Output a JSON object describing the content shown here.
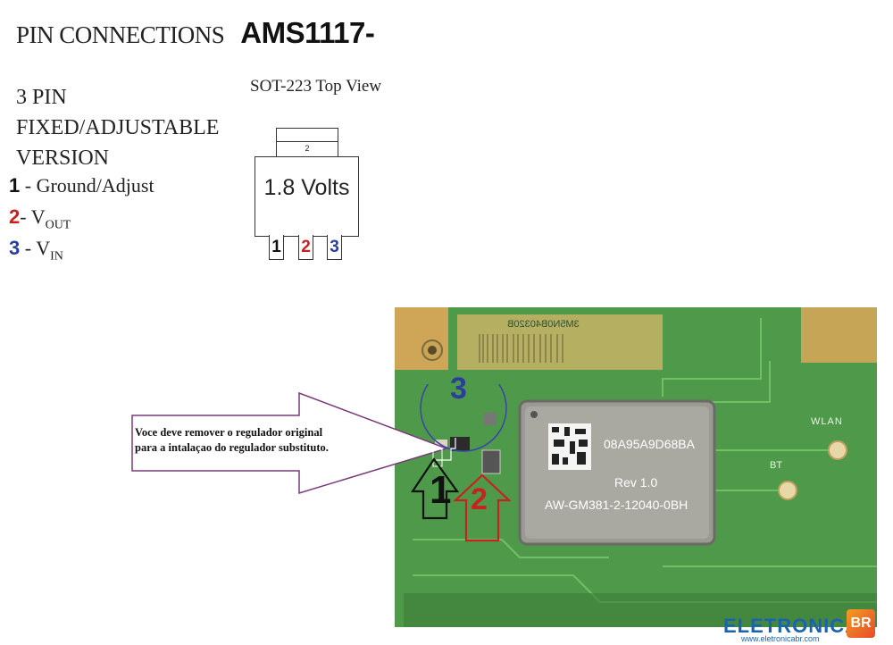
{
  "header": {
    "title": "PIN CONNECTIONS",
    "part": "AMS1117-",
    "version_line1": "3 PIN FIXED/ADJUSTABLE",
    "version_line2": "VERSION",
    "view": "SOT-223 Top View"
  },
  "pins": [
    {
      "num": "1",
      "sep": " - ",
      "label": "Ground/Adjust",
      "sub": "",
      "color": "#111111"
    },
    {
      "num": "2",
      "sep": "- ",
      "label": "V",
      "sub": "OUT",
      "color": "#c62222"
    },
    {
      "num": "3",
      "sep": " - ",
      "label": "V",
      "sub": "IN",
      "color": "#2a3f9a"
    }
  ],
  "package": {
    "tab_pin": "2",
    "voltage": "1.8 Volts",
    "legs": [
      "1",
      "2",
      "3"
    ]
  },
  "board": {
    "serial_mirrored": "3M5N0B40320B",
    "module_id": "08A95A9D68BA",
    "module_rev": "Rev 1.0",
    "module_part": "AW-GM381-2-12040-0BH",
    "label_wlan": "WLAN",
    "label_bt": "BT"
  },
  "callout": {
    "line1": "Voce deve remover o regulador original",
    "line2": "para a intalaçao do regulador substituto.",
    "marker1": "1",
    "marker2": "2",
    "marker3": "3"
  },
  "brand": {
    "name": "ELETRONICA",
    "badge": "BR",
    "url": "www.eletronicabr.com"
  },
  "colors": {
    "pin1": "#111111",
    "pin2": "#c62222",
    "pin3": "#2a3f9a",
    "board": "#4f9a4a",
    "callout_outline": "#7a3b7a"
  }
}
